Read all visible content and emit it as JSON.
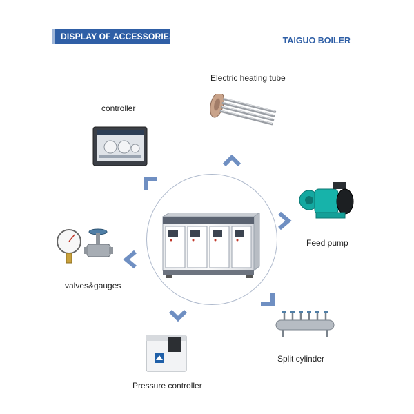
{
  "header": {
    "title": "DISPLAY OF ACCESSORIES",
    "brand": "TAIGUO BOILER"
  },
  "accessories": {
    "heating_tube": "Electric heating tube",
    "controller": "controller",
    "feed_pump": "Feed pump",
    "valves_gauges": "valves&gauges",
    "split_cylinder": "Split cylinder",
    "pressure_controller": "Pressure controller"
  },
  "colors": {
    "accent": "#2f5fa6",
    "arrow": "#6f8fc2",
    "circle_border": "#aeb9cc",
    "pump": "#14a8a0"
  }
}
